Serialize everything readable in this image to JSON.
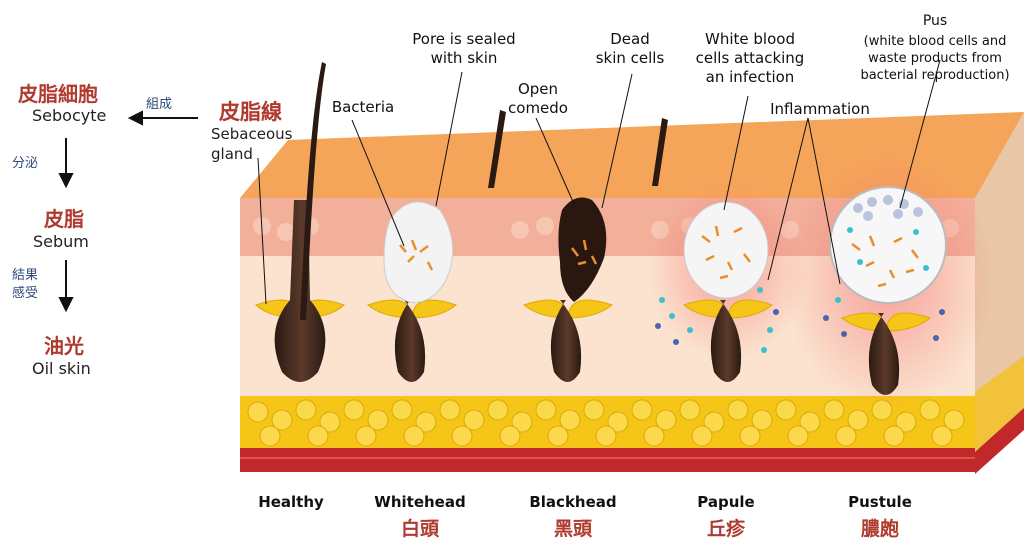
{
  "flow": {
    "gland": {
      "zh": "皮脂線",
      "en_line1": "Sebaceous",
      "en_line2": "gland"
    },
    "arrow_left_label": "組成",
    "sebocyte": {
      "zh": "皮脂細胞",
      "en": "Sebocyte"
    },
    "arrow1_label": "分泌",
    "sebum": {
      "zh": "皮脂",
      "en": "Sebum"
    },
    "arrow2_label_line1": "結果",
    "arrow2_label_line2": "感受",
    "oil": {
      "zh": "油光",
      "en": "Oil skin"
    }
  },
  "callouts": {
    "bacteria": "Bacteria",
    "pore_sealed_1": "Pore is sealed",
    "pore_sealed_2": "with skin",
    "open_comedo_1": "Open",
    "open_comedo_2": "comedo",
    "dead_cells_1": "Dead",
    "dead_cells_2": "skin cells",
    "wbc_1": "White blood",
    "wbc_2": "cells attacking",
    "wbc_3": "an infection",
    "inflammation": "Inflammation",
    "pus_title": "Pus",
    "pus_1": "(white blood cells and",
    "pus_2": "waste products from",
    "pus_3": "bacterial reproduction)"
  },
  "stages": [
    {
      "en": "Healthy",
      "zh": ""
    },
    {
      "en": "Whitehead",
      "zh": "白頭"
    },
    {
      "en": "Blackhead",
      "zh": "黑頭"
    },
    {
      "en": "Papule",
      "zh": "丘疹"
    },
    {
      "en": "Pustule",
      "zh": "膿皰"
    }
  ],
  "colors": {
    "accent_red": "#b03a2e",
    "skin_top": "#f5a55a",
    "fat": "#f5c518",
    "dermis": "#fbe3cf"
  }
}
